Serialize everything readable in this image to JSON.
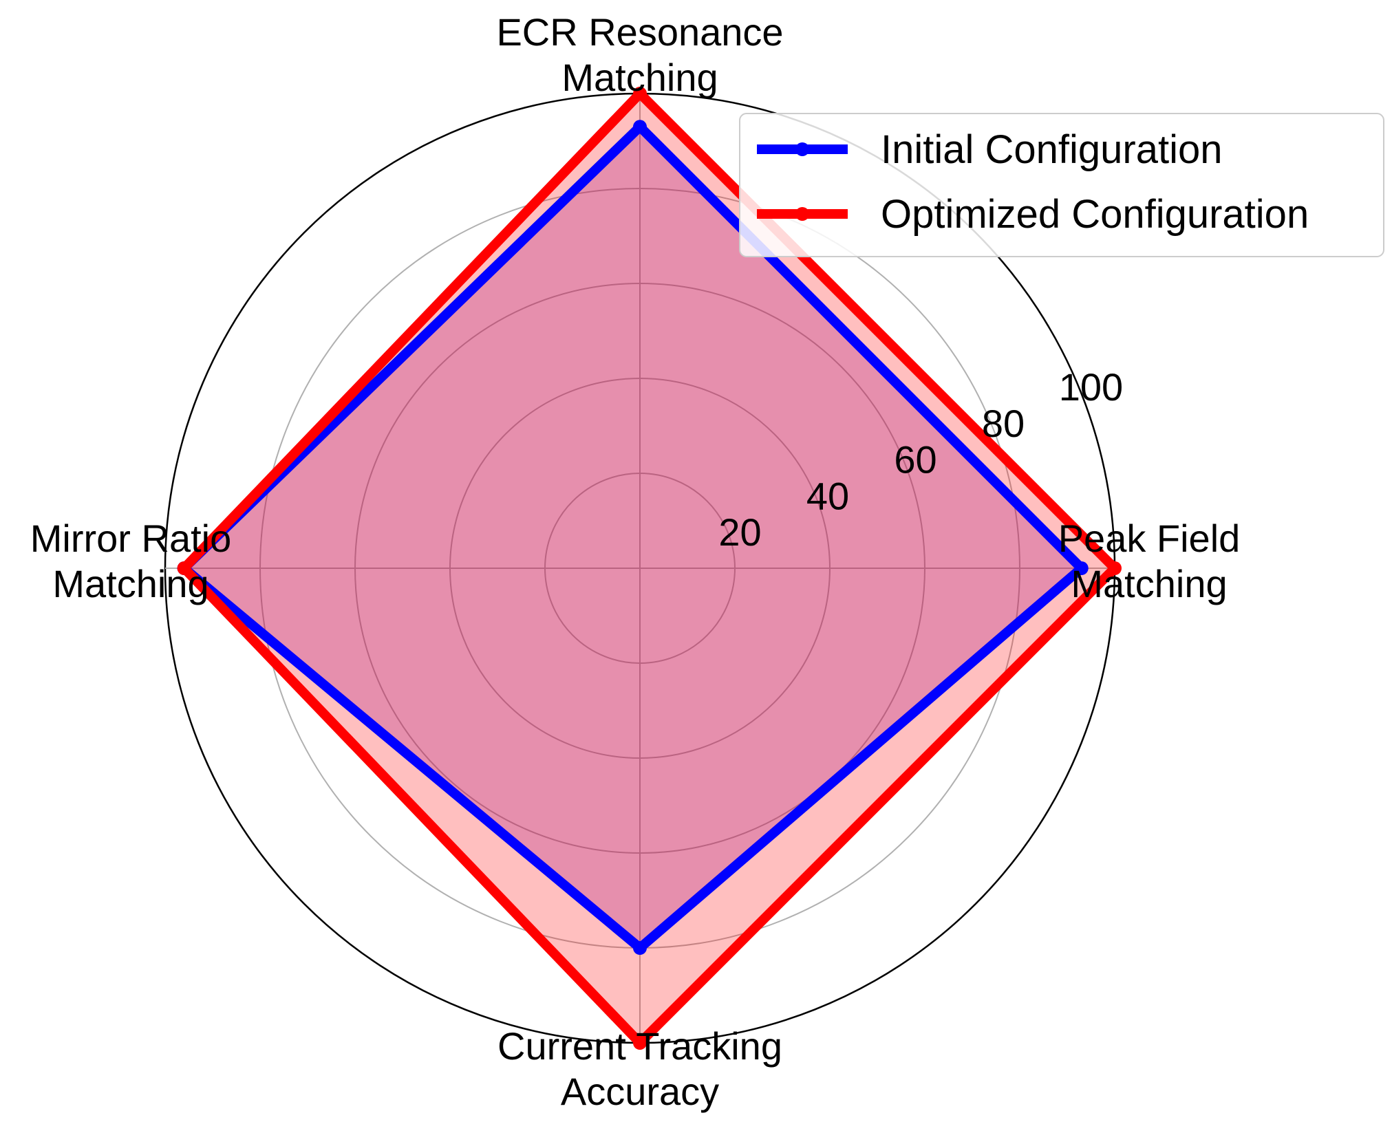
{
  "chart_data": {
    "type": "radar",
    "categories": [
      [
        "ECR Resonance",
        "Matching"
      ],
      [
        "Peak Field",
        "Matching"
      ],
      [
        "Current Tracking",
        "Accuracy"
      ],
      [
        "Mirror Ratio",
        "Matching"
      ]
    ],
    "series": [
      {
        "name": "Initial Configuration",
        "values": [
          93,
          93,
          80,
          96
        ],
        "color": "#0000ff",
        "fill": "#7b00a0"
      },
      {
        "name": "Optimized Configuration",
        "values": [
          100,
          100,
          100,
          96
        ],
        "color": "#ff0000",
        "fill": "#ff0000"
      }
    ],
    "rlim": [
      0,
      100
    ],
    "rticks": [
      20,
      40,
      60,
      80,
      100
    ],
    "grid": true,
    "legend": "top-right"
  }
}
